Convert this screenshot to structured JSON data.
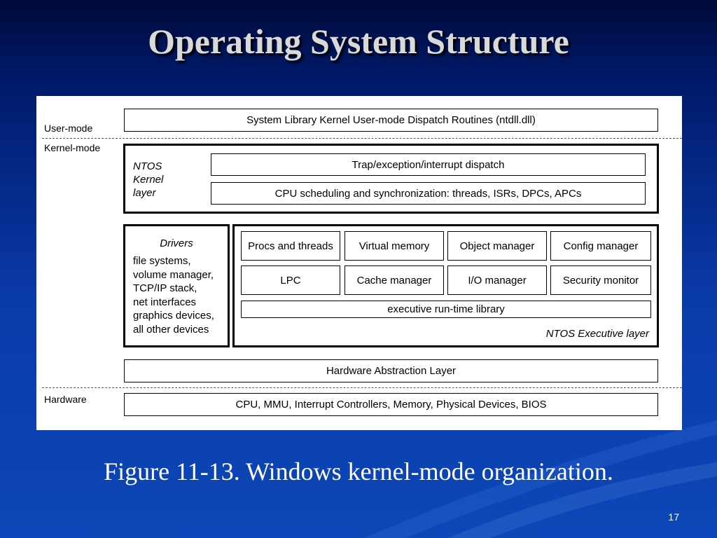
{
  "slide": {
    "title": "Operating System Structure",
    "caption": "Figure 11-13. Windows kernel-mode organization.",
    "page_number": "17"
  },
  "diagram": {
    "modes": {
      "user": "User-mode",
      "kernel": "Kernel-mode",
      "hardware": "Hardware"
    },
    "ntdll": "System Library Kernel User-mode Dispatch Routines (ntdll.dll)",
    "kernel_layer": {
      "label_lines": [
        "NTOS",
        "Kernel",
        "layer"
      ],
      "trap": "Trap/exception/interrupt dispatch",
      "scheduling": "CPU scheduling and synchronization: threads, ISRs, DPCs, APCs"
    },
    "drivers": {
      "title": "Drivers",
      "items": [
        "file systems,",
        "volume manager,",
        "TCP/IP stack,",
        "net interfaces",
        "graphics devices,",
        "all other devices"
      ]
    },
    "executive": {
      "row1": [
        "Procs and threads",
        "Virtual memory",
        "Object manager",
        "Config manager"
      ],
      "row2": [
        "LPC",
        "Cache manager",
        "I/O manager",
        "Security monitor"
      ],
      "runtime": "executive run-time library",
      "label": "NTOS Executive layer"
    },
    "hal": "Hardware Abstraction Layer",
    "hardware_box": "CPU, MMU, Interrupt Controllers, Memory, Physical Devices, BIOS"
  },
  "colors": {
    "background_top": "#000a3a",
    "background_bottom": "#0d47b8",
    "title_text": "#d9d9d9",
    "caption_text": "#ffffff"
  }
}
